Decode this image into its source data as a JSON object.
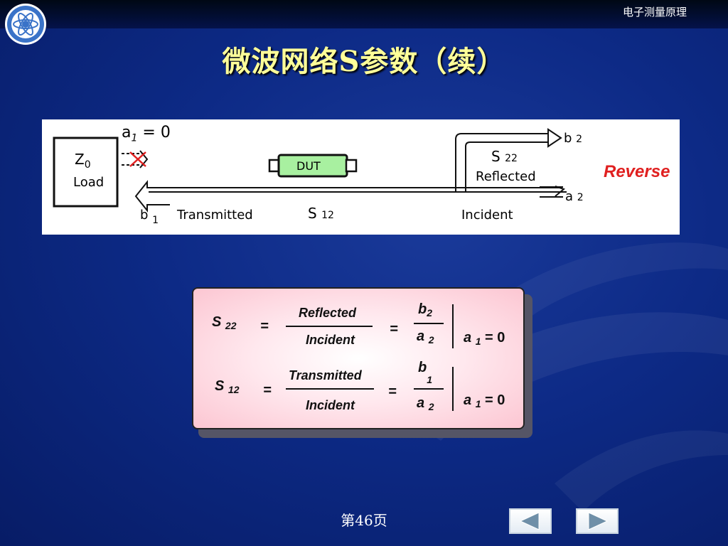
{
  "header": {
    "course_title": "电子测量原理",
    "slide_title": "微波网络S参数（续）"
  },
  "diagram": {
    "a1_zero": "= 0",
    "a1_label": "a",
    "a1_sub": "1",
    "z0": "Z",
    "z0_sub": "0",
    "load": "Load",
    "dut": "DUT",
    "s22": "S",
    "s22_sub": "22",
    "reflected": "Reflected",
    "reverse": "Reverse",
    "b2": "b",
    "b2_sub": "2",
    "a2": "a",
    "a2_sub": "2",
    "b1": "b",
    "b1_sub": "1",
    "transmitted": "Transmitted",
    "s12": "S",
    "s12_sub": "12",
    "incident": "Incident"
  },
  "formula": {
    "row1": {
      "s": "S",
      "s_sub": "22",
      "eq1": "=",
      "num": "Reflected",
      "den": "Incident",
      "eq2": "=",
      "fnum": "b",
      "fnum_sub": "2",
      "fden": "a",
      "fden_sub": "2",
      "cond": "a",
      "cond_sub": "1",
      "cond_eq": "= 0"
    },
    "row2": {
      "s": "S",
      "s_sub": "12",
      "eq1": "=",
      "num": "Transmitted",
      "den": "Incident",
      "eq2": "=",
      "fnum": "b",
      "fnum_sub": "1",
      "fden": "a",
      "fden_sub": "2",
      "cond": "a",
      "cond_sub": "1",
      "cond_eq": "= 0"
    }
  },
  "footer": {
    "page_label": "第46页",
    "prev_icon": "triangle-left-icon",
    "next_icon": "triangle-right-icon"
  },
  "colors": {
    "title": "#ffff99",
    "reverse": "#e02020",
    "dut_fill": "#a8f0a0",
    "nav_arrow": "#6f8fa8"
  }
}
